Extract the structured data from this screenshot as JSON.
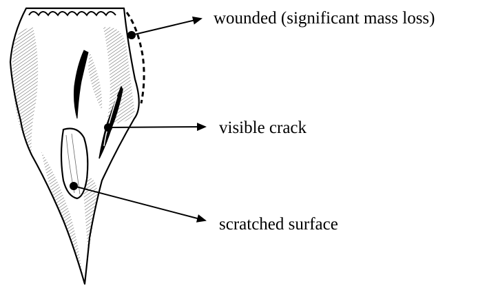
{
  "labels": {
    "wounded": "wounded (significant mass loss)",
    "crack": "visible crack",
    "scratched": "scratched surface"
  },
  "colors": {
    "ink": "#000000",
    "background": "#ffffff"
  }
}
